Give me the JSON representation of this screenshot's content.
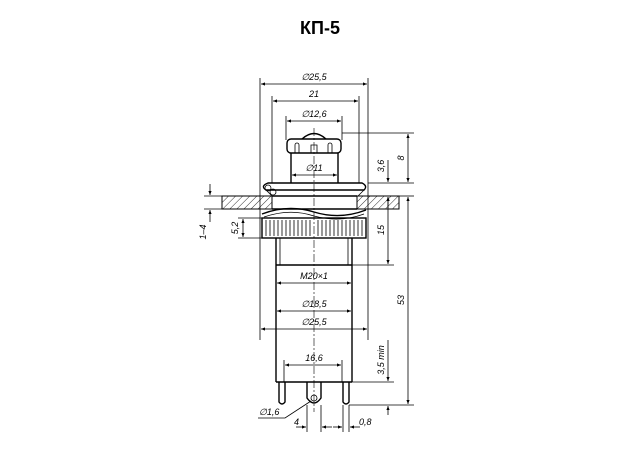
{
  "title": "КП-5",
  "dimensions": {
    "top_outer_diameter": "∅25,5",
    "bezel_width": "21",
    "cap_diameter": "∅12,6",
    "stem_diameter": "∅11",
    "cap_height": "8",
    "bezel_height": "3,6",
    "panel_thickness": "1–4",
    "nut_height": "5,2",
    "thread_length": "15",
    "overall_height": "53",
    "thread": "M20×1",
    "body_diameter": "∅18,5",
    "nut_diameter": "∅25,5",
    "pin_spacing": "16,6",
    "pin_length": "3,5 min",
    "hole_diameter": "∅1,6",
    "pin_width": "4",
    "pin_thickness": "0,8"
  }
}
